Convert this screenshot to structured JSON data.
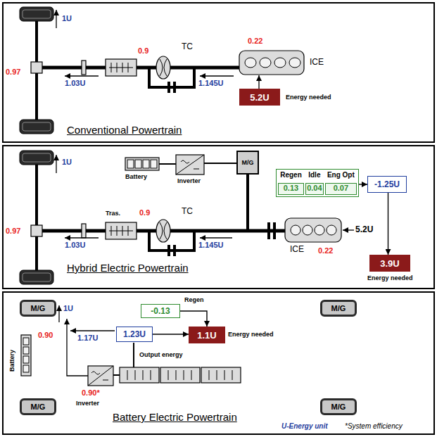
{
  "diagram": {
    "nodes": [
      {
        "text": [
          "Conventional Powertrain"
        ]
      },
      {
        "text": [
          "5.2U"
        ],
        "in": 0
      },
      {
        "text": [
          "Hybrid Electric Powertrain"
        ]
      },
      {
        "text": [
          "M/G"
        ],
        "in": 2
      },
      {
        "text": [
          "Regen",
          "Idle",
          "Eng Opt",
          "0.13",
          "0.04",
          "0.07"
        ],
        "in": 2
      },
      {
        "text": [
          "-1.25U"
        ],
        "in": 2
      },
      {
        "text": [
          "3.9U"
        ],
        "in": 2
      },
      {
        "text": [
          "Battery Electric Powertrain"
        ]
      },
      {
        "text": [
          "M/G"
        ],
        "in": 7
      },
      {
        "text": [
          "-0.13"
        ],
        "in": 7
      },
      {
        "text": [
          "M/G"
        ],
        "in": 7
      },
      {
        "text": [
          "1.1U"
        ],
        "in": 7
      },
      {
        "text": [
          "1.23U"
        ],
        "in": 7
      },
      {
        "text": [
          "M/G"
        ],
        "in": 7
      },
      {
        "text": [
          "M/G"
        ],
        "in": 7
      }
    ],
    "edges": [
      {
        "from": 4,
        "to": 5,
        "arrow": "to"
      },
      {
        "from": 5,
        "to": 6,
        "arrow": "to"
      },
      {
        "from": 9,
        "to": 11,
        "arrow": "to"
      },
      {
        "from": 12,
        "to": 11,
        "arrow": "to"
      }
    ],
    "labels": [
      "1U",
      "0.97",
      "1.03U",
      "0.9",
      "TC",
      "0.22",
      "ICE",
      "1.145U",
      "Energy needed",
      "1U",
      "Battery",
      "Inverter",
      "Tras.",
      "0.9",
      "TC",
      "0.97",
      "1.03U",
      "1.145U",
      "0.22",
      "ICE",
      "5.2U",
      "Energy needed",
      "1U",
      "Regen",
      "Energy needed",
      "0.90",
      "1.17U",
      "Output energy",
      "Battery",
      "0.90*",
      "Inverter",
      "U-Energy unit",
      "*System efficiency"
    ]
  }
}
